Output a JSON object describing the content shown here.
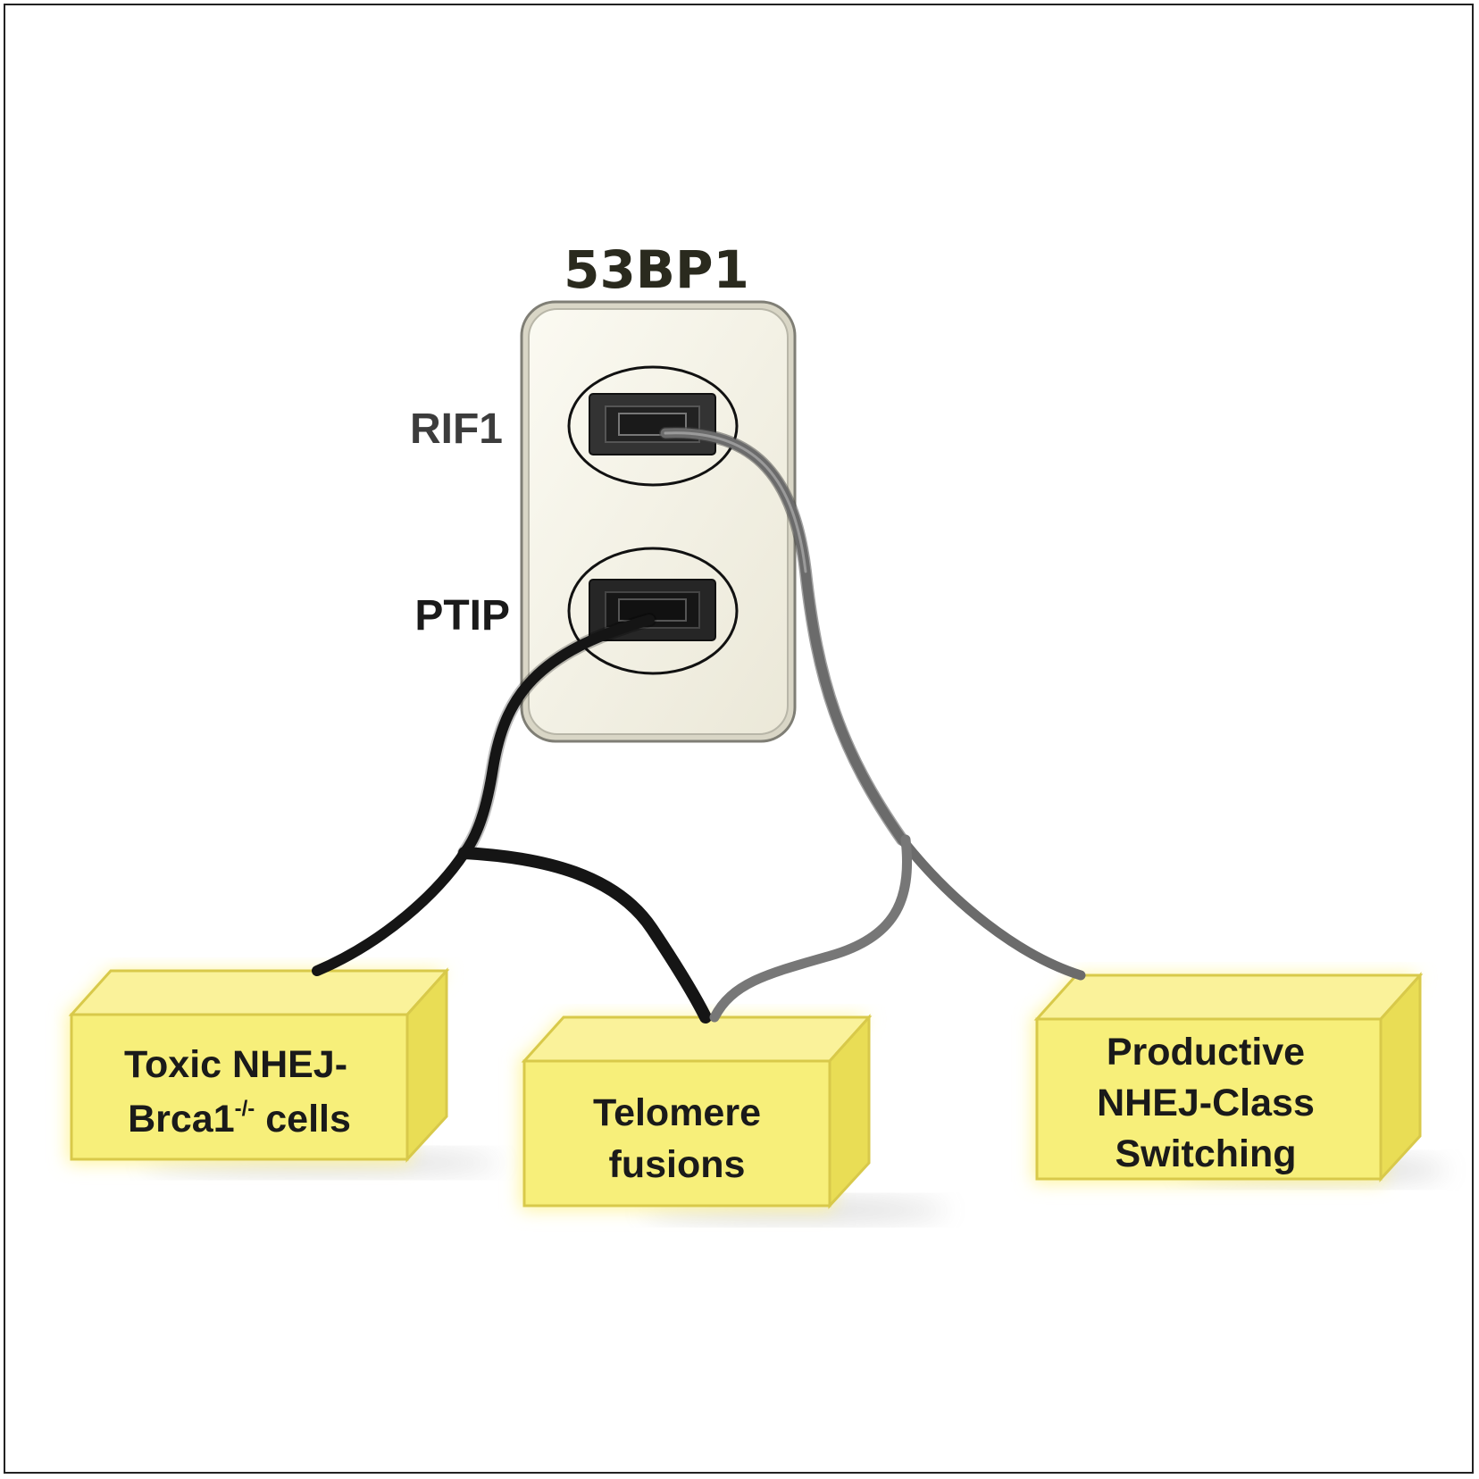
{
  "title": "53BP1",
  "ports": [
    {
      "id": "rif1",
      "label": "RIF1"
    },
    {
      "id": "ptip",
      "label": "PTIP"
    }
  ],
  "outcomes": [
    {
      "id": "toxic-nhej",
      "lines": [
        "Toxic NHEJ-",
        "Brca1"
      ],
      "superscript": "-/-",
      "suffix": " cells"
    },
    {
      "id": "telomere-fusions",
      "lines": [
        "Telomere",
        "fusions"
      ]
    },
    {
      "id": "productive-nhej",
      "lines": [
        "Productive",
        "NHEJ-Class",
        "Switching"
      ]
    }
  ],
  "colors": {
    "box_front": "#f7ef7a",
    "box_top": "#fbf49a",
    "box_side": "#e9dd55",
    "box_glow": "#fff59a",
    "box_edge": "#d8c94a",
    "outlet_plate": "#f5f3e6",
    "outlet_edge": "#8a8a80",
    "socket": "#262626",
    "cable_ptip": "#151515",
    "cable_rif1": "#6b6b6b",
    "text": "#1a1a1a"
  },
  "icons": {
    "outlet": "wall-outlet-icon",
    "socket": "socket-icon",
    "cable": "cable-icon"
  }
}
